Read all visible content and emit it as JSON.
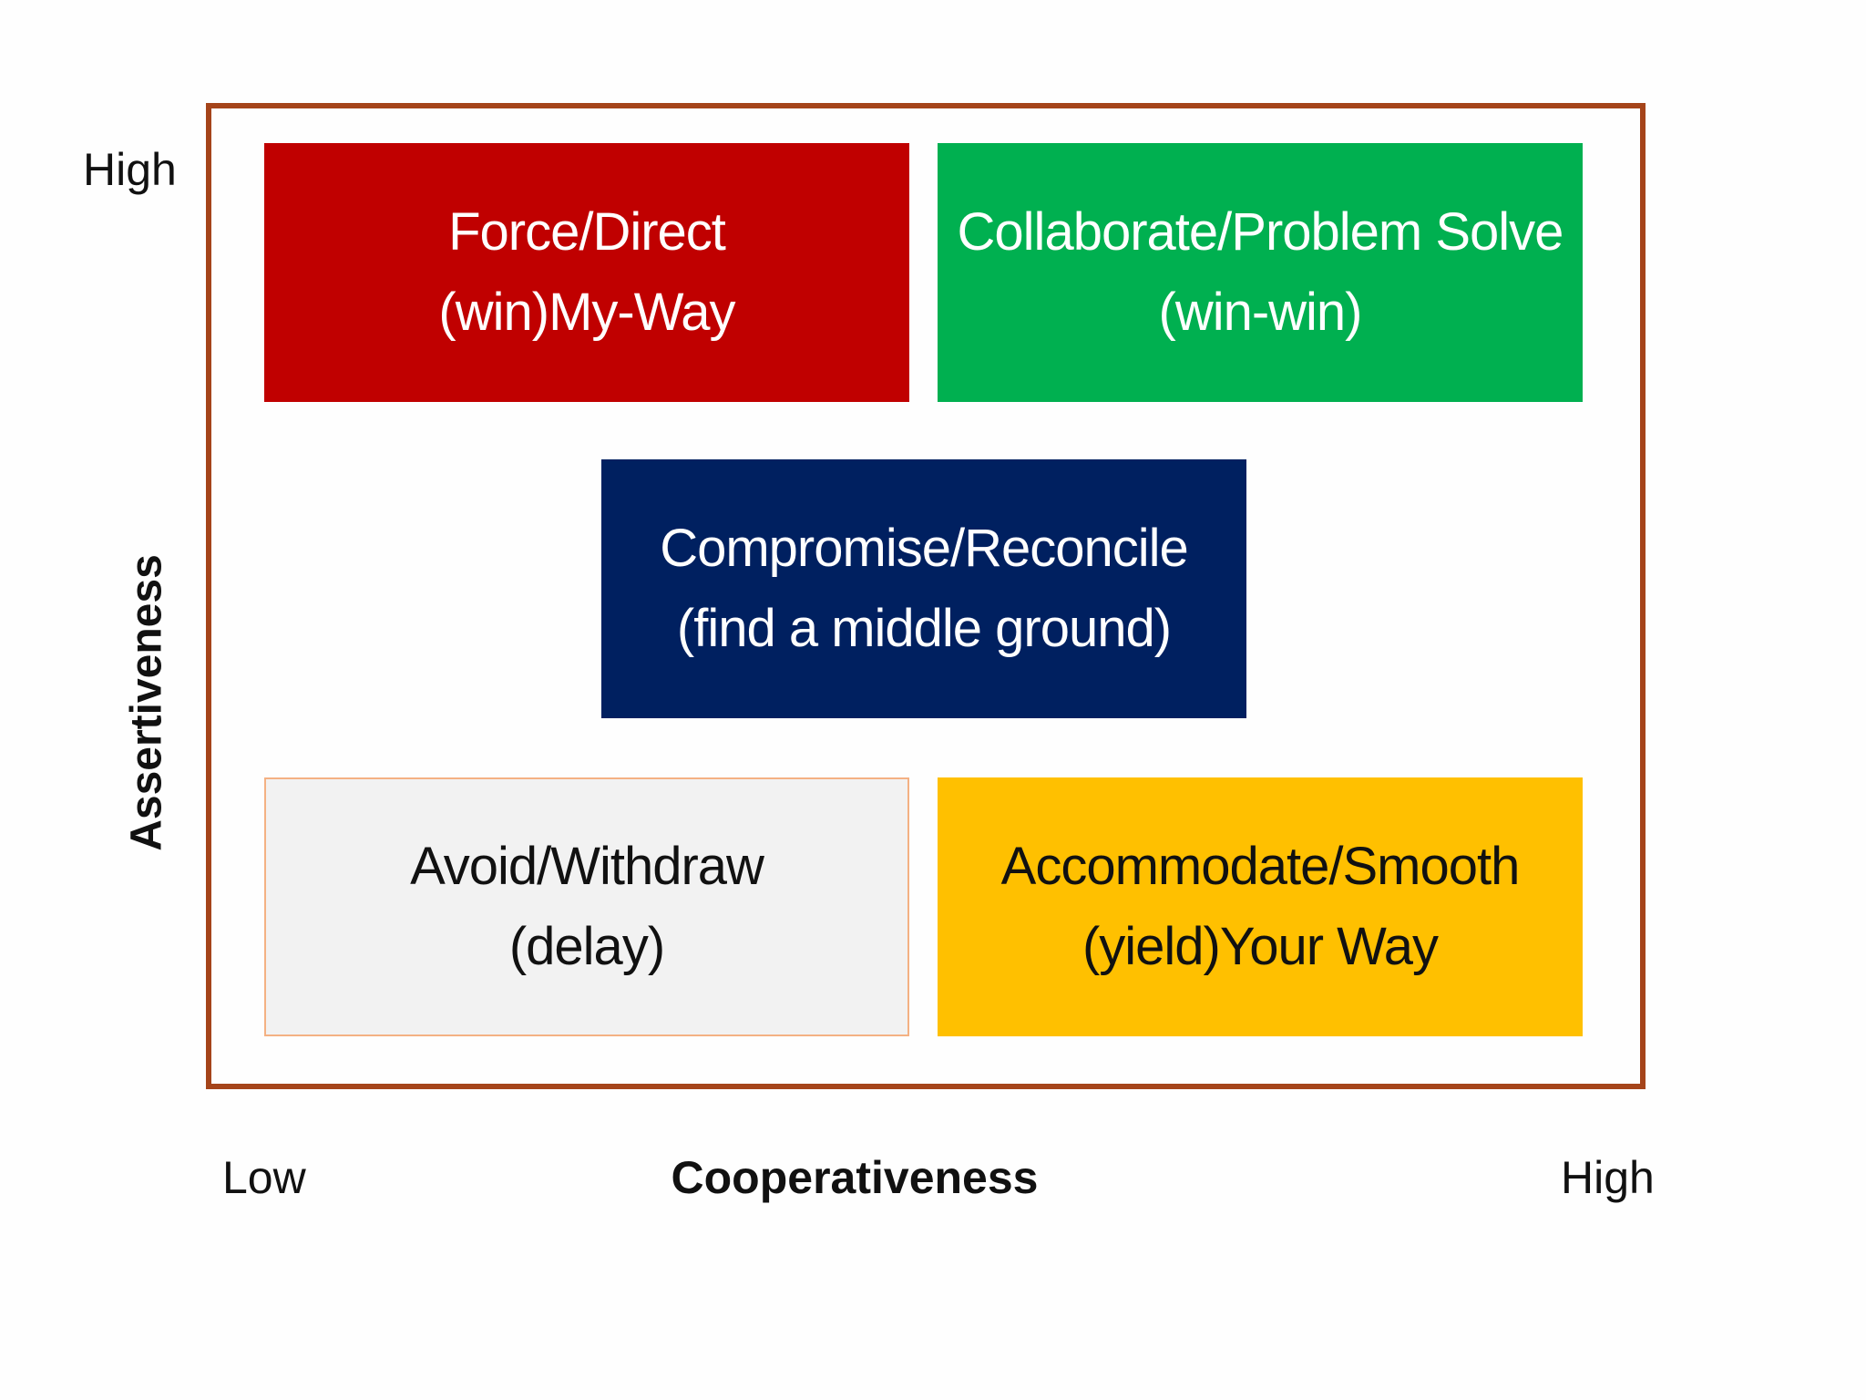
{
  "quadrants": {
    "force": {
      "line1": "Force/Direct",
      "line2": "(win)My-Way",
      "color": "#c00000"
    },
    "collaborate": {
      "line1": "Collaborate/Problem Solve",
      "line2": "(win-win)",
      "color": "#00b050"
    },
    "compromise": {
      "line1": "Compromise/Reconcile",
      "line2": "(find a middle ground)",
      "color": "#002060"
    },
    "avoid": {
      "line1": "Avoid/Withdraw",
      "line2": "(delay)",
      "color": "#f2f2f2"
    },
    "accommodate": {
      "line1": "Accommodate/Smooth",
      "line2": "(yield)Your Way",
      "color": "#ffc000"
    }
  },
  "axes": {
    "y_label": "Assertiveness",
    "y_high": "High",
    "x_label": "Cooperativeness",
    "x_low": "Low",
    "x_high": "High"
  },
  "frame_color": "#a5441a"
}
